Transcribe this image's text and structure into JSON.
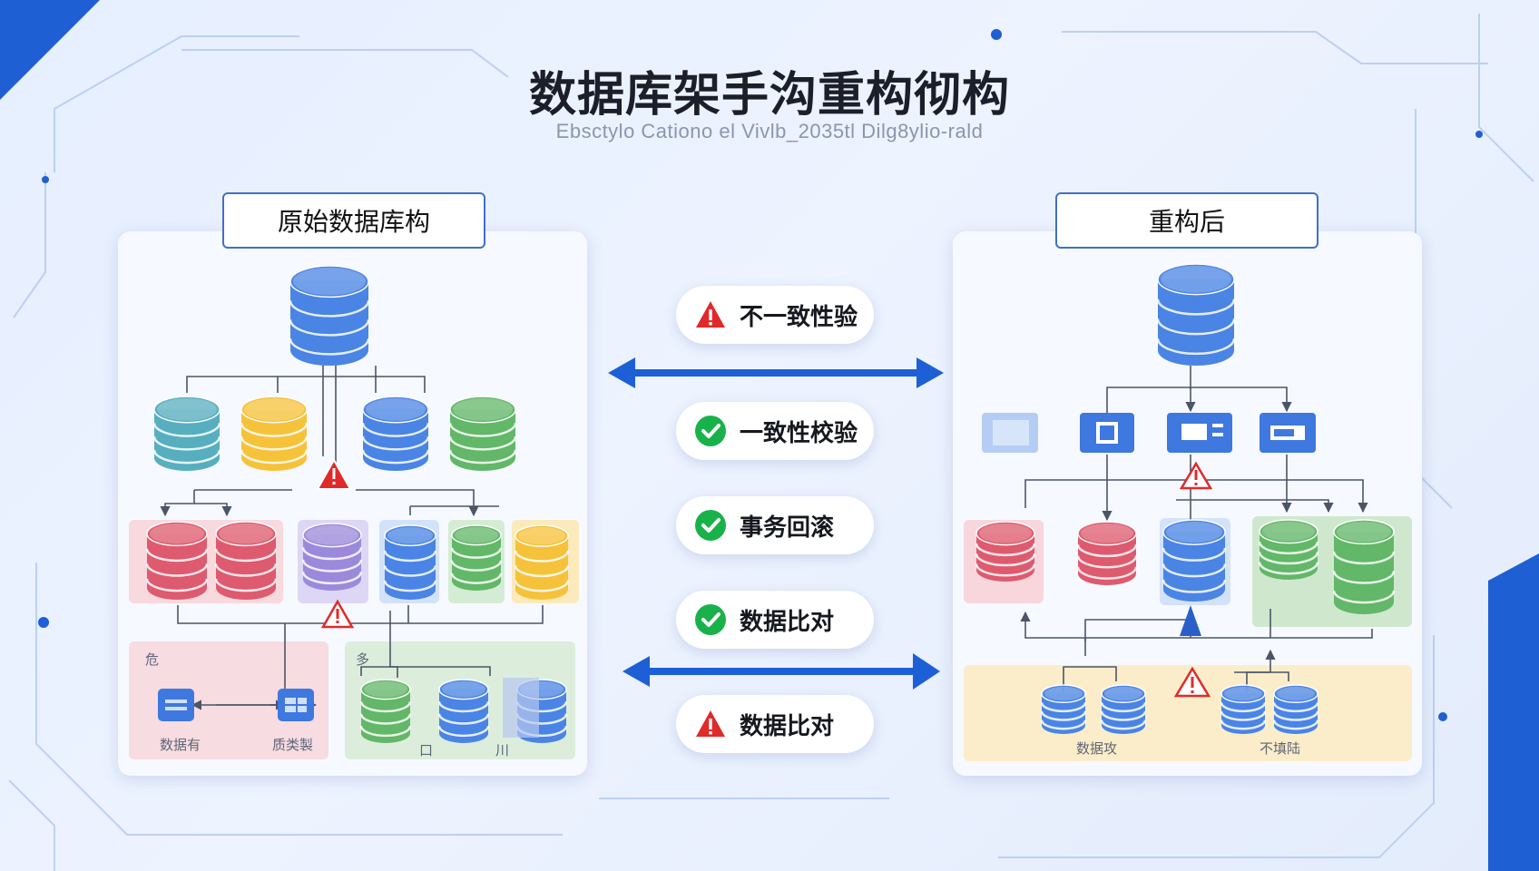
{
  "title": "数据库架手沟重构彻构",
  "subtitle": "Ebsctylo Cationo el Vivlb_2035tl Dilg8ylio-rald",
  "left_panel": {
    "header": "原始数据库构",
    "labels": {
      "group_a": "危",
      "group_b": "多",
      "db_a": "数据有",
      "db_b": "质类製",
      "cap_a": "口",
      "cap_b": "川"
    }
  },
  "right_panel": {
    "header": "重构后",
    "labels": {
      "db_a": "数据攻",
      "db_b": "不填陆"
    }
  },
  "status_items": [
    {
      "label": "不一致性验",
      "status": "warning"
    },
    {
      "label": "一致性校验",
      "status": "ok"
    },
    {
      "label": "事务回滚",
      "status": "ok"
    },
    {
      "label": "数据比对",
      "status": "ok"
    },
    {
      "label": "数据比对",
      "status": "warning"
    }
  ],
  "colors": {
    "blue": "#4a84e4",
    "teal": "#57aebf",
    "yellow": "#f6c23a",
    "green": "#62b768",
    "red": "#de5a6e",
    "purple": "#9b8adb",
    "warning": "#e02a2a",
    "ok": "#19b24a",
    "arrow": "#1d5fd6"
  }
}
